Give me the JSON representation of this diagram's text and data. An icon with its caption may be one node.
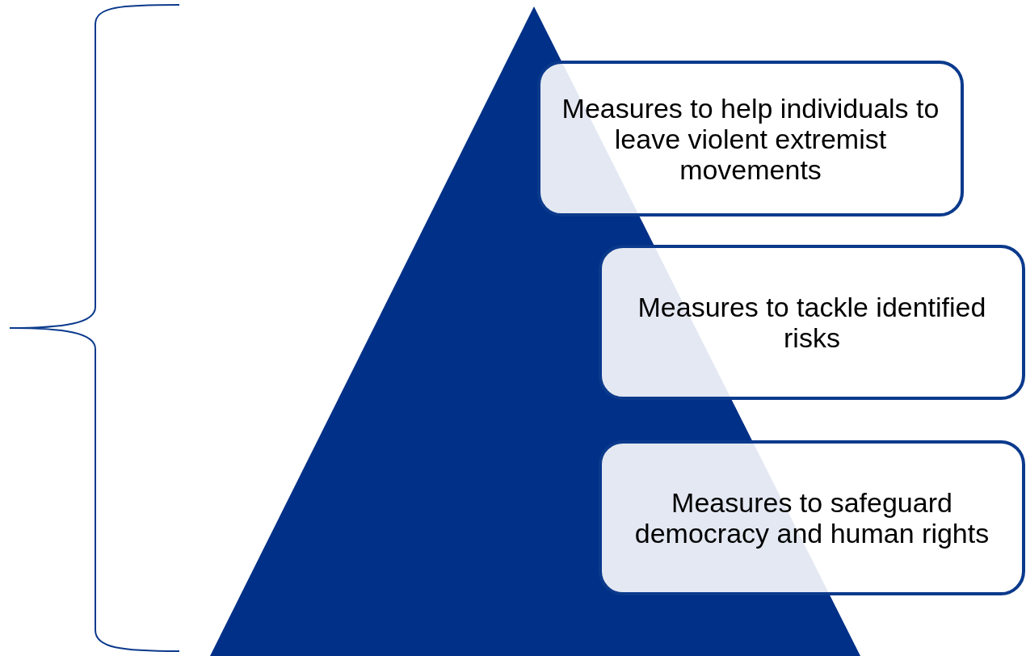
{
  "diagram": {
    "nodes": [
      {
        "text": [
          "Measures to help individuals to leave violent extremist movements"
        ]
      },
      {
        "text": [
          "Measures to tackle identified risks"
        ]
      },
      {
        "text": [
          "Measures to safeguard democracy and human rights"
        ]
      }
    ]
  }
}
